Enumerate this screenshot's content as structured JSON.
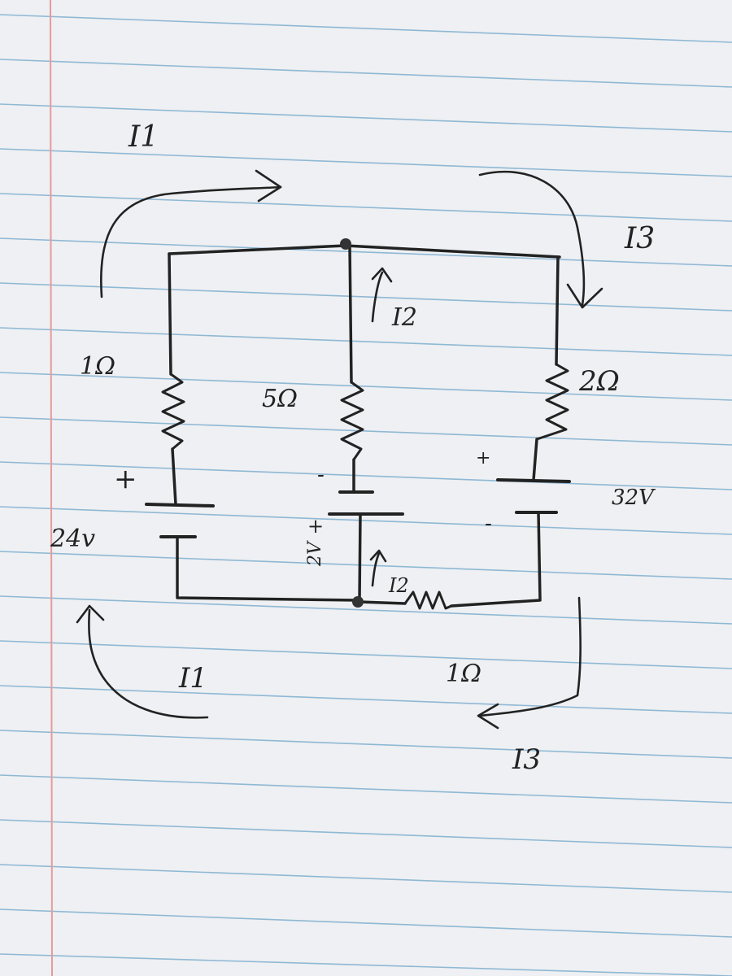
{
  "colors": {
    "paper": "#eef0f3",
    "rule": "#8fb8d4",
    "margin": "#e79a9a",
    "ink": "#222222"
  },
  "labels": {
    "r_left": "1Ω",
    "r_middle": "5Ω",
    "r_right": "2Ω",
    "r_bottom": "1Ω",
    "v_left": "24v",
    "v_middle": "2V",
    "v_right": "32V",
    "plus_left": "+",
    "plus_middle": "+",
    "plus_right": "+",
    "minus_middle": "-",
    "minus_right": "-",
    "i1_top": "I1",
    "i1_bottom": "I1",
    "i2_upper": "I2",
    "i2_lower": "I2",
    "i3_top": "I3",
    "i3_bottom": "I3"
  }
}
